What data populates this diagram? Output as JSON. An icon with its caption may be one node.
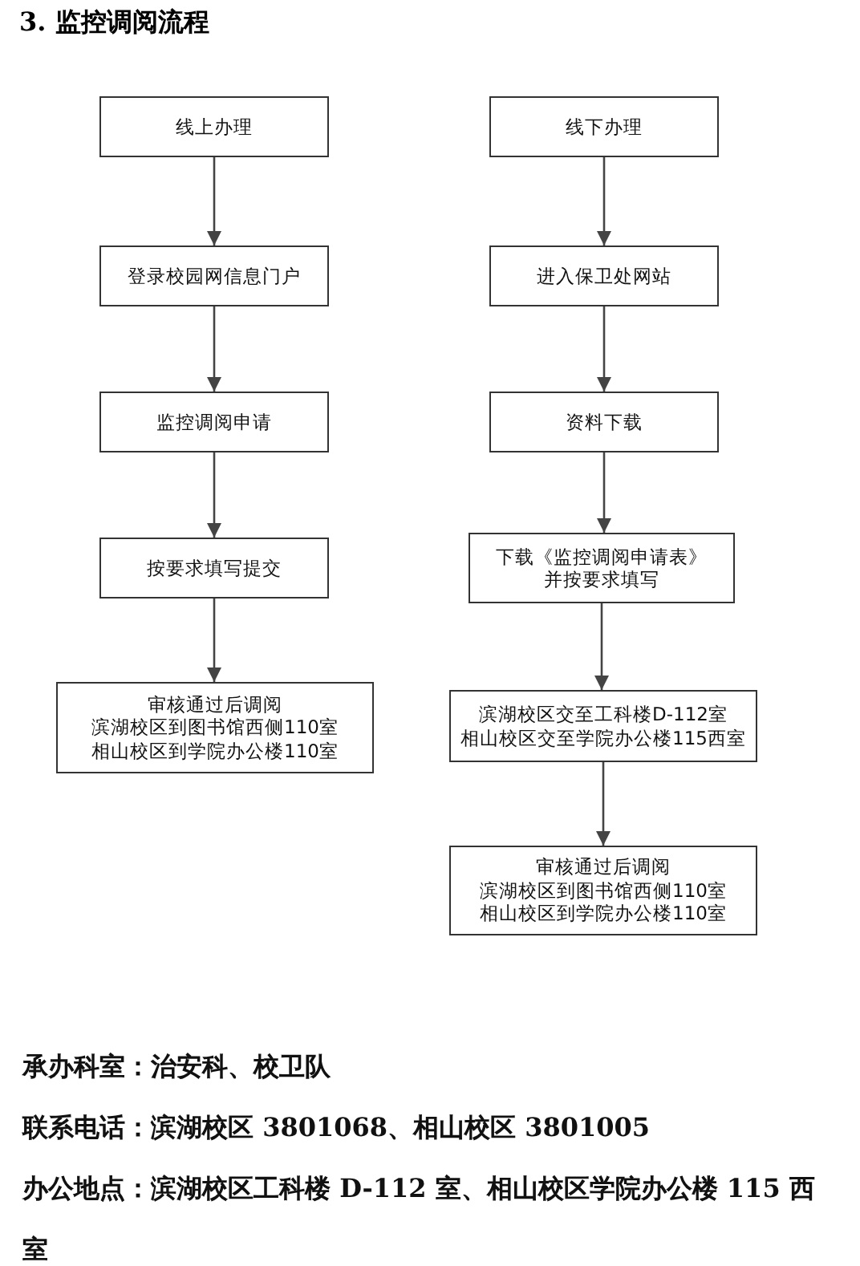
{
  "diagram": {
    "title": "3. 监控调阅流程",
    "nodes": [
      {
        "text": [
          "线上办理"
        ]
      },
      {
        "text": [
          "登录校园网信息门户"
        ]
      },
      {
        "text": [
          "监控调阅申请"
        ]
      },
      {
        "text": [
          "按要求填写提交"
        ]
      },
      {
        "text": [
          "审核通过后调阅",
          "滨湖校区到图书馆西侧110室",
          "相山校区到学院办公楼110室"
        ]
      },
      {
        "text": [
          "线下办理"
        ]
      },
      {
        "text": [
          "进入保卫处网站"
        ]
      },
      {
        "text": [
          "资料下载"
        ]
      },
      {
        "text": [
          "下载《监控调阅申请表》",
          "并按要求填写"
        ]
      },
      {
        "text": [
          "滨湖校区交至工科楼D-112室",
          "相山校区交至学院办公楼115西室"
        ]
      },
      {
        "text": [
          "审核通过后调阅",
          "滨湖校区到图书馆西侧110室",
          "相山校区到学院办公楼110室"
        ]
      }
    ],
    "edges": [
      {
        "from": 0,
        "to": 1,
        "arrow": "to"
      },
      {
        "from": 1,
        "to": 2,
        "arrow": "to"
      },
      {
        "from": 2,
        "to": 3,
        "arrow": "to"
      },
      {
        "from": 3,
        "to": 4,
        "arrow": "to"
      },
      {
        "from": 5,
        "to": 6,
        "arrow": "to"
      },
      {
        "from": 6,
        "to": 7,
        "arrow": "to"
      },
      {
        "from": 7,
        "to": 8,
        "arrow": "to"
      },
      {
        "from": 8,
        "to": 9,
        "arrow": "to"
      },
      {
        "from": 9,
        "to": 10,
        "arrow": "to"
      }
    ],
    "labels": [
      "承办科室：治安科、校卫队",
      "联系电话：滨湖校区 3801068、相山校区 3801005",
      "办公地点：滨湖校区工科楼 D-112 室、相山校区学院办公楼 115 西室"
    ]
  }
}
